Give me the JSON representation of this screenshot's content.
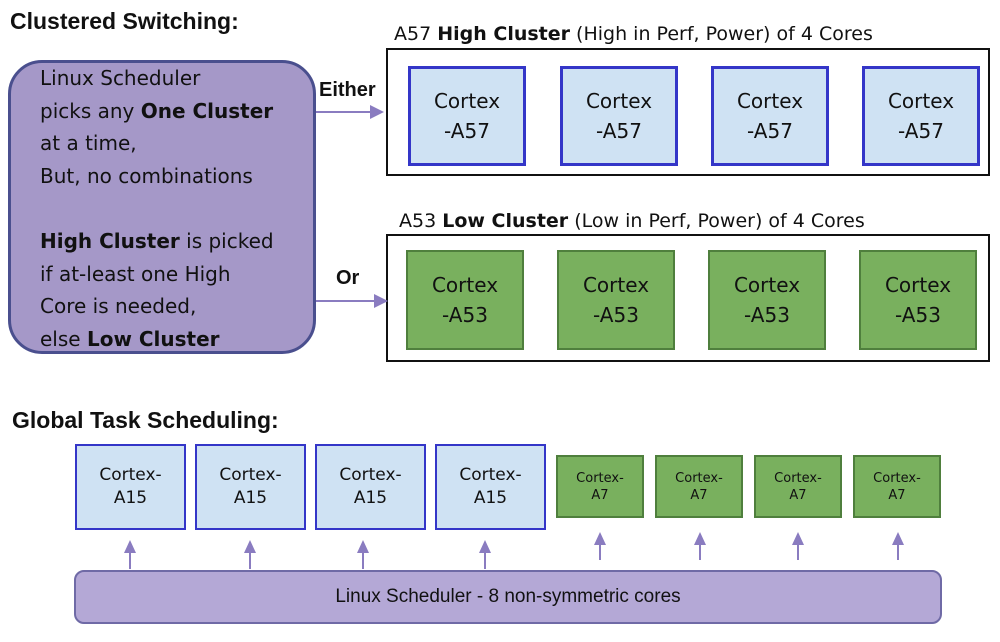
{
  "clustered": {
    "heading": "Clustered Switching:",
    "scheduler_lines": [
      [
        {
          "t": "Linux Scheduler",
          "b": false
        }
      ],
      [
        {
          "t": "picks any ",
          "b": false
        },
        {
          "t": "One Cluster",
          "b": true
        }
      ],
      [
        {
          "t": "at a time,",
          "b": false
        }
      ],
      [
        {
          "t": "But, no combinations",
          "b": false
        }
      ],
      [],
      [
        {
          "t": "High Cluster",
          "b": true
        },
        {
          "t": " is picked",
          "b": false
        }
      ],
      [
        {
          "t": "if at-least one High",
          "b": false
        }
      ],
      [
        {
          "t": "Core is needed,",
          "b": false
        }
      ],
      [
        {
          "t": "else ",
          "b": false
        },
        {
          "t": "Low Cluster",
          "b": true
        }
      ]
    ],
    "either_label": "Either",
    "or_label": "Or",
    "high_cluster": {
      "title_prefix": "A57 ",
      "title_bold": "High Cluster",
      "title_suffix": " (High in Perf, Power) of 4 Cores",
      "cores": [
        {
          "line1": "Cortex",
          "line2": "-A57"
        },
        {
          "line1": "Cortex",
          "line2": "-A57"
        },
        {
          "line1": "Cortex",
          "line2": "-A57"
        },
        {
          "line1": "Cortex",
          "line2": "-A57"
        }
      ]
    },
    "low_cluster": {
      "title_prefix": "A53 ",
      "title_bold": "Low Cluster",
      "title_suffix": " (Low in Perf, Power) of 4 Cores",
      "cores": [
        {
          "line1": "Cortex",
          "line2": "-A53"
        },
        {
          "line1": "Cortex",
          "line2": "-A53"
        },
        {
          "line1": "Cortex",
          "line2": "-A53"
        },
        {
          "line1": "Cortex",
          "line2": "-A53"
        }
      ]
    }
  },
  "global": {
    "heading": "Global Task Scheduling:",
    "big_cores": [
      {
        "line1": "Cortex-",
        "line2": "A15"
      },
      {
        "line1": "Cortex-",
        "line2": "A15"
      },
      {
        "line1": "Cortex-",
        "line2": "A15"
      },
      {
        "line1": "Cortex-",
        "line2": "A15"
      }
    ],
    "little_cores": [
      {
        "line1": "Cortex-",
        "line2": "A7"
      },
      {
        "line1": "Cortex-",
        "line2": "A7"
      },
      {
        "line1": "Cortex-",
        "line2": "A7"
      },
      {
        "line1": "Cortex-",
        "line2": "A7"
      }
    ],
    "scheduler_label": "Linux Scheduler - 8 non-symmetric cores"
  },
  "colors": {
    "scheduler_fill": "#a598c8",
    "scheduler_border": "#4a4f8e",
    "big_core_fill": "#cfe2f3",
    "big_core_border": "#3436c8",
    "little_core_fill": "#79b05e",
    "little_core_border": "#4f7f3d",
    "arrow": "#8a7cc0",
    "bar_fill": "#b4a8d6"
  }
}
